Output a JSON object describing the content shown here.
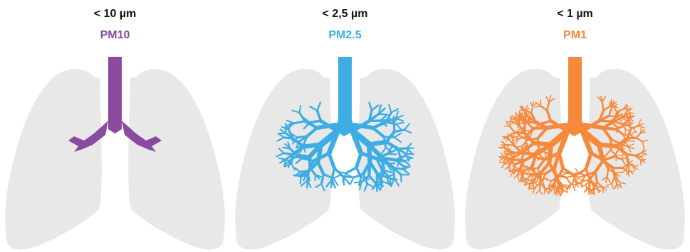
{
  "panels": [
    {
      "size": "< 10 µm",
      "label": "PM10",
      "color": "#8a4a9f",
      "depth": 1
    },
    {
      "size": "< 2,5 µm",
      "label": "PM2.5",
      "color": "#3dade3",
      "depth": 5
    },
    {
      "size": "< 1 µm",
      "label": "PM1",
      "color": "#f58a3d",
      "depth": 6
    }
  ],
  "lung_color": "#e8e8e8"
}
